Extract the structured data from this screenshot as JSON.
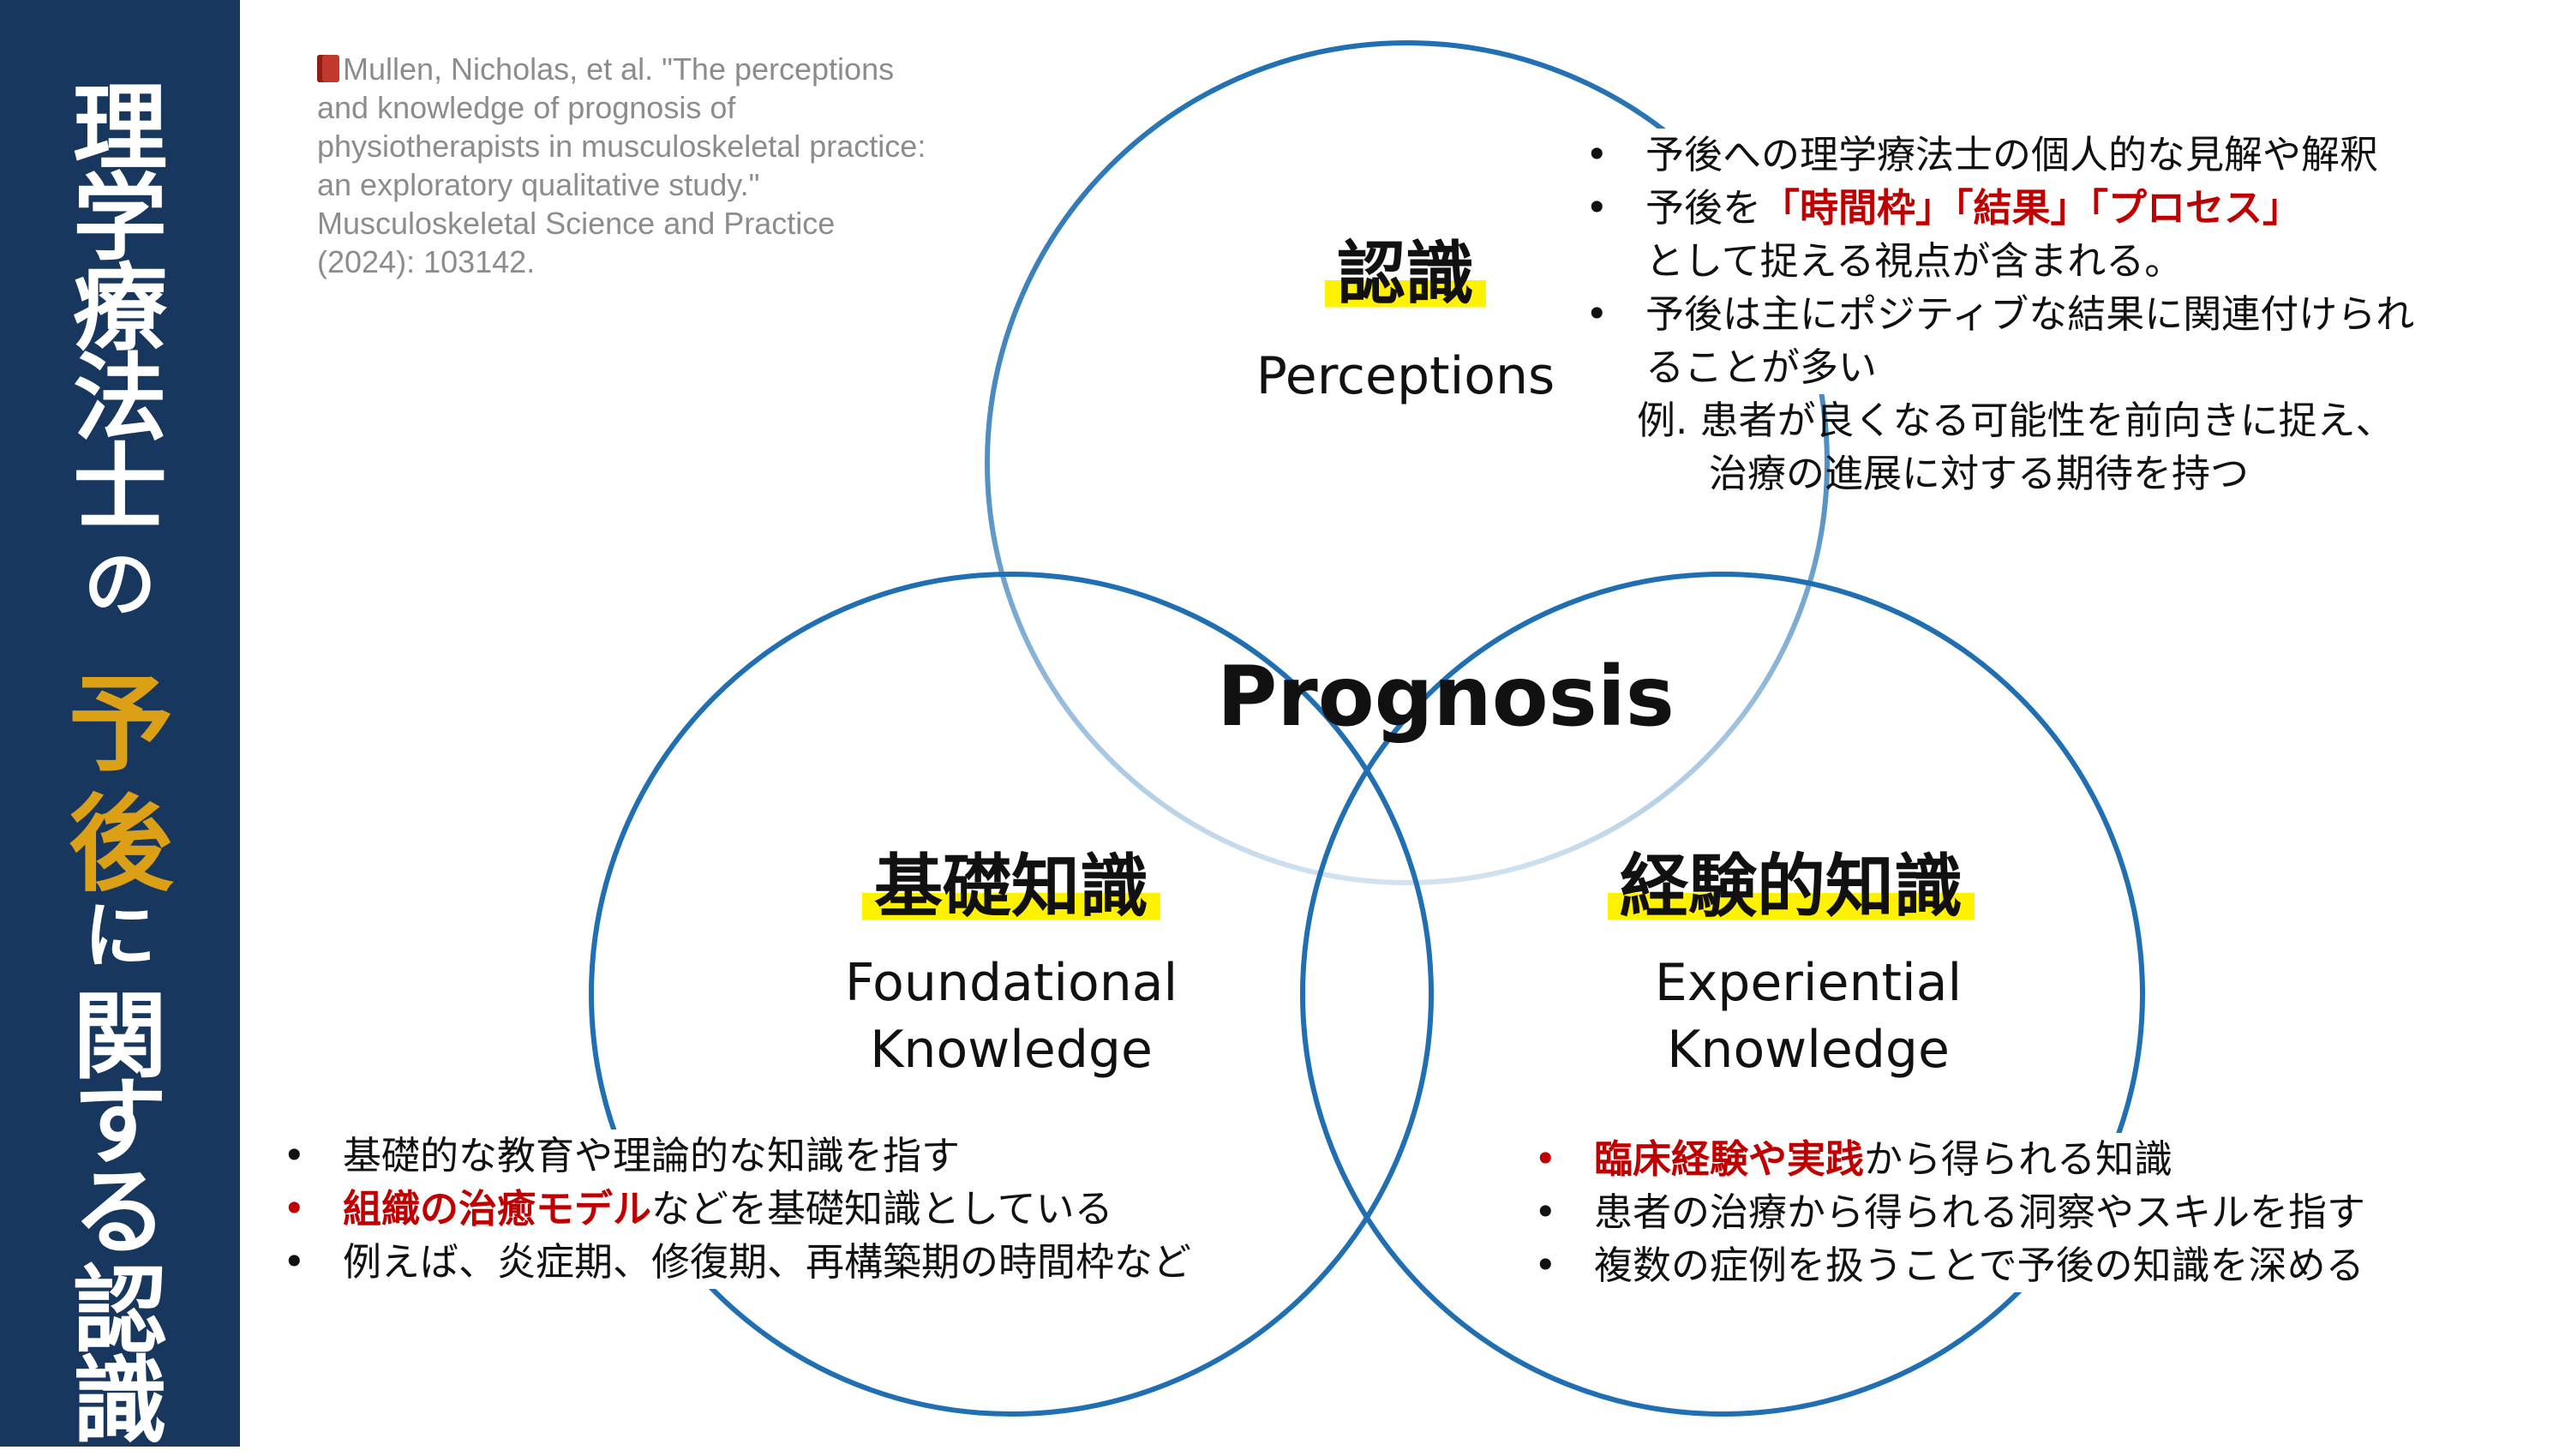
{
  "sidebar": {
    "title_lines": [
      "理",
      "学",
      "療",
      "法",
      "士",
      "の",
      "予",
      "後",
      "に",
      "関",
      "す",
      "る",
      "認",
      "識"
    ],
    "accent_color": "#dca016",
    "background_color": "#17375e"
  },
  "citation": {
    "icon": "book-icon",
    "lines": [
      "Mullen, Nicholas, et al. \"The perceptions",
      "and knowledge of prognosis of",
      "physiotherapists in musculoskeletal practice:",
      "an exploratory qualitative study.\"",
      "Musculoskeletal Science and Practice",
      "(2024): 103142."
    ]
  },
  "center_label": "Prognosis",
  "perceptions": {
    "title": "認識",
    "subtitle": "Perceptions",
    "bullets": {
      "b1": "予後への理学療法士の個人的な見解や解釈",
      "b2_pre": "予後を",
      "b2_red": "「時間枠」「結果」「プロセス」",
      "b2_post": "として捉える視点が含まれる。",
      "b3_l1": "予後は主にポジティブな結果に関連付けられ",
      "b3_l2": "ることが多い",
      "example_l1": "例. 患者が良くなる可能性を前向きに捉え、",
      "example_l2": "治療の進展に対する期待を持つ"
    }
  },
  "foundational": {
    "title": "基礎知識",
    "subtitle_l1": "Foundational",
    "subtitle_l2": "Knowledge",
    "bullets": {
      "b1": "基礎的な教育や理論的な知識を指す",
      "b2_red": "組織の治癒モデル",
      "b2_post": "などを基礎知識としている",
      "b3": "例えば、炎症期、修復期、再構築期の時間枠など"
    }
  },
  "experiential": {
    "title": "経験的知識",
    "subtitle_l1": "Experiential",
    "subtitle_l2": "Knowledge",
    "bullets": {
      "b1_red": "臨床経験や実践",
      "b1_post": "から得られる知識",
      "b2": "患者の治療から得られる洞察やスキルを指す",
      "b3": "複数の症例を扱うことで予後の知識を深める"
    }
  },
  "colors": {
    "circle": "#1f6fb2",
    "highlight": "#fff200",
    "emphasis": "#c00000"
  }
}
